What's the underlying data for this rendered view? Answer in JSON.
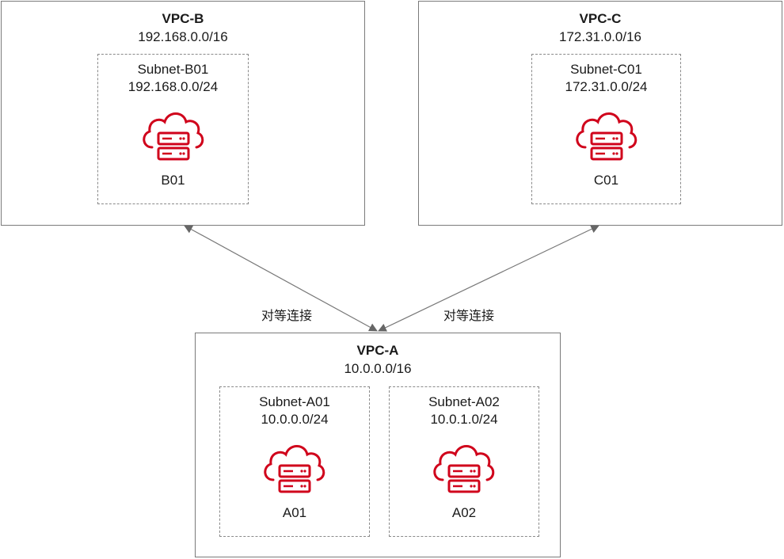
{
  "vpcs": {
    "b": {
      "title": "VPC-B",
      "cidr": "192.168.0.0/16",
      "subnet": {
        "name": "Subnet-B01",
        "cidr": "192.168.0.0/24",
        "host": "B01"
      }
    },
    "c": {
      "title": "VPC-C",
      "cidr": "172.31.0.0/16",
      "subnet": {
        "name": "Subnet-C01",
        "cidr": "172.31.0.0/24",
        "host": "C01"
      }
    },
    "a": {
      "title": "VPC-A",
      "cidr": "10.0.0.0/16",
      "subnets": [
        {
          "name": "Subnet-A01",
          "cidr": "10.0.0.0/24",
          "host": "A01"
        },
        {
          "name": "Subnet-A02",
          "cidr": "10.0.1.0/24",
          "host": "A02"
        }
      ]
    }
  },
  "peering": [
    {
      "label": "对等连接",
      "from": "VPC-A",
      "to": "VPC-B"
    },
    {
      "label": "对等连接",
      "from": "VPC-A",
      "to": "VPC-C"
    }
  ],
  "icon": {
    "name": "cloud-server-icon",
    "color": "#d0021b"
  },
  "colors": {
    "border": "#7a7a7a",
    "connector": "#777777"
  }
}
